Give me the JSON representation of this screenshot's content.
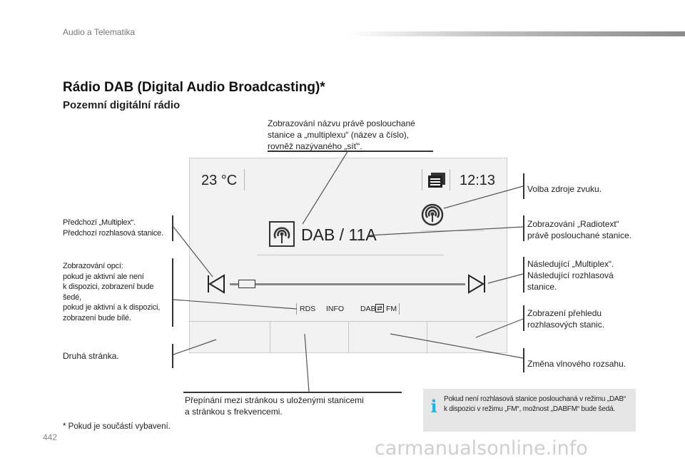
{
  "header": {
    "section": "Audio a Telematika"
  },
  "title": "Rádio DAB (Digital Audio Broadcasting)*",
  "subtitle": "Pozemní digitální rádio",
  "callouts": {
    "top_center": [
      "Zobrazování názvu právě poslouchané",
      "stanice a „multiplexu“ (název a číslo),",
      "rovněž nazývaného „síť“."
    ],
    "left_prev": [
      "Předchozí „Multiplex“.",
      "Předchozí rozhlasová stanice."
    ],
    "left_options": [
      "Zobrazování opcí:",
      "pokud je aktivní ale není",
      "k dispozici, zobrazení bude",
      "šedé,",
      "pokud je aktivní a k dispozici,",
      "zobrazení bude bílé."
    ],
    "left_second_page": "Druhá stránka.",
    "right_source": "Volba zdroje zvuku.",
    "right_radiotext": [
      "Zobrazování „Radiotext“",
      "právě poslouchané stanice."
    ],
    "right_next": [
      "Následující „Multiplex“.",
      "Následující rozhlasová",
      "stanice."
    ],
    "right_overview": [
      "Zobrazení přehledu",
      "rozhlasových stanic."
    ],
    "right_band": "Změna vlnového rozsahu.",
    "bottom_center": [
      "Přepínání mezi stránkou s uloženými stanicemi",
      "a stránkou s frekvencemi."
    ]
  },
  "screen": {
    "temperature": "23 °C",
    "time": "12:13",
    "station": "DAB / 11A",
    "options": [
      "RDS",
      "INFO",
      "DAB",
      "FM"
    ]
  },
  "info_box": [
    "Pokud není rozhlasová stanice poslouchaná v režimu „DAB“",
    "k dispozici v režimu „FM“, možnost „DABFM“ bude šedá."
  ],
  "footnote": "* Pokud je součástí vybavení.",
  "page_number": "442",
  "watermark": "carmanualsonline.info",
  "colors": {
    "info_accent": "#1bb3e8",
    "screen_bg": "#f2f2f2"
  }
}
